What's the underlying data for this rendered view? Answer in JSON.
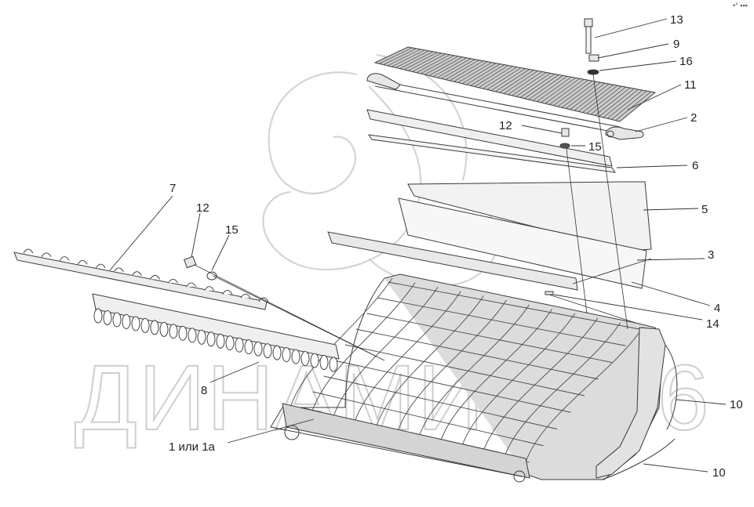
{
  "corner_mark": "•° ▪▪▪",
  "watermark": {
    "text": "ДИНАМИКА76"
  },
  "callouts": [
    {
      "id": "c13",
      "label": "13"
    },
    {
      "id": "c9",
      "label": "9"
    },
    {
      "id": "c16",
      "label": "16"
    },
    {
      "id": "c11",
      "label": "11"
    },
    {
      "id": "c2",
      "label": "2"
    },
    {
      "id": "c12a",
      "label": "12"
    },
    {
      "id": "c15a",
      "label": "15"
    },
    {
      "id": "c6",
      "label": "6"
    },
    {
      "id": "c7",
      "label": "7"
    },
    {
      "id": "c12b",
      "label": "12"
    },
    {
      "id": "c15b",
      "label": "15"
    },
    {
      "id": "c5",
      "label": "5"
    },
    {
      "id": "c3",
      "label": "3"
    },
    {
      "id": "c4",
      "label": "4"
    },
    {
      "id": "c14",
      "label": "14"
    },
    {
      "id": "c8",
      "label": "8"
    },
    {
      "id": "c1",
      "label": "1 или 1а"
    },
    {
      "id": "c10a",
      "label": "10"
    },
    {
      "id": "c10b",
      "label": "10"
    }
  ]
}
